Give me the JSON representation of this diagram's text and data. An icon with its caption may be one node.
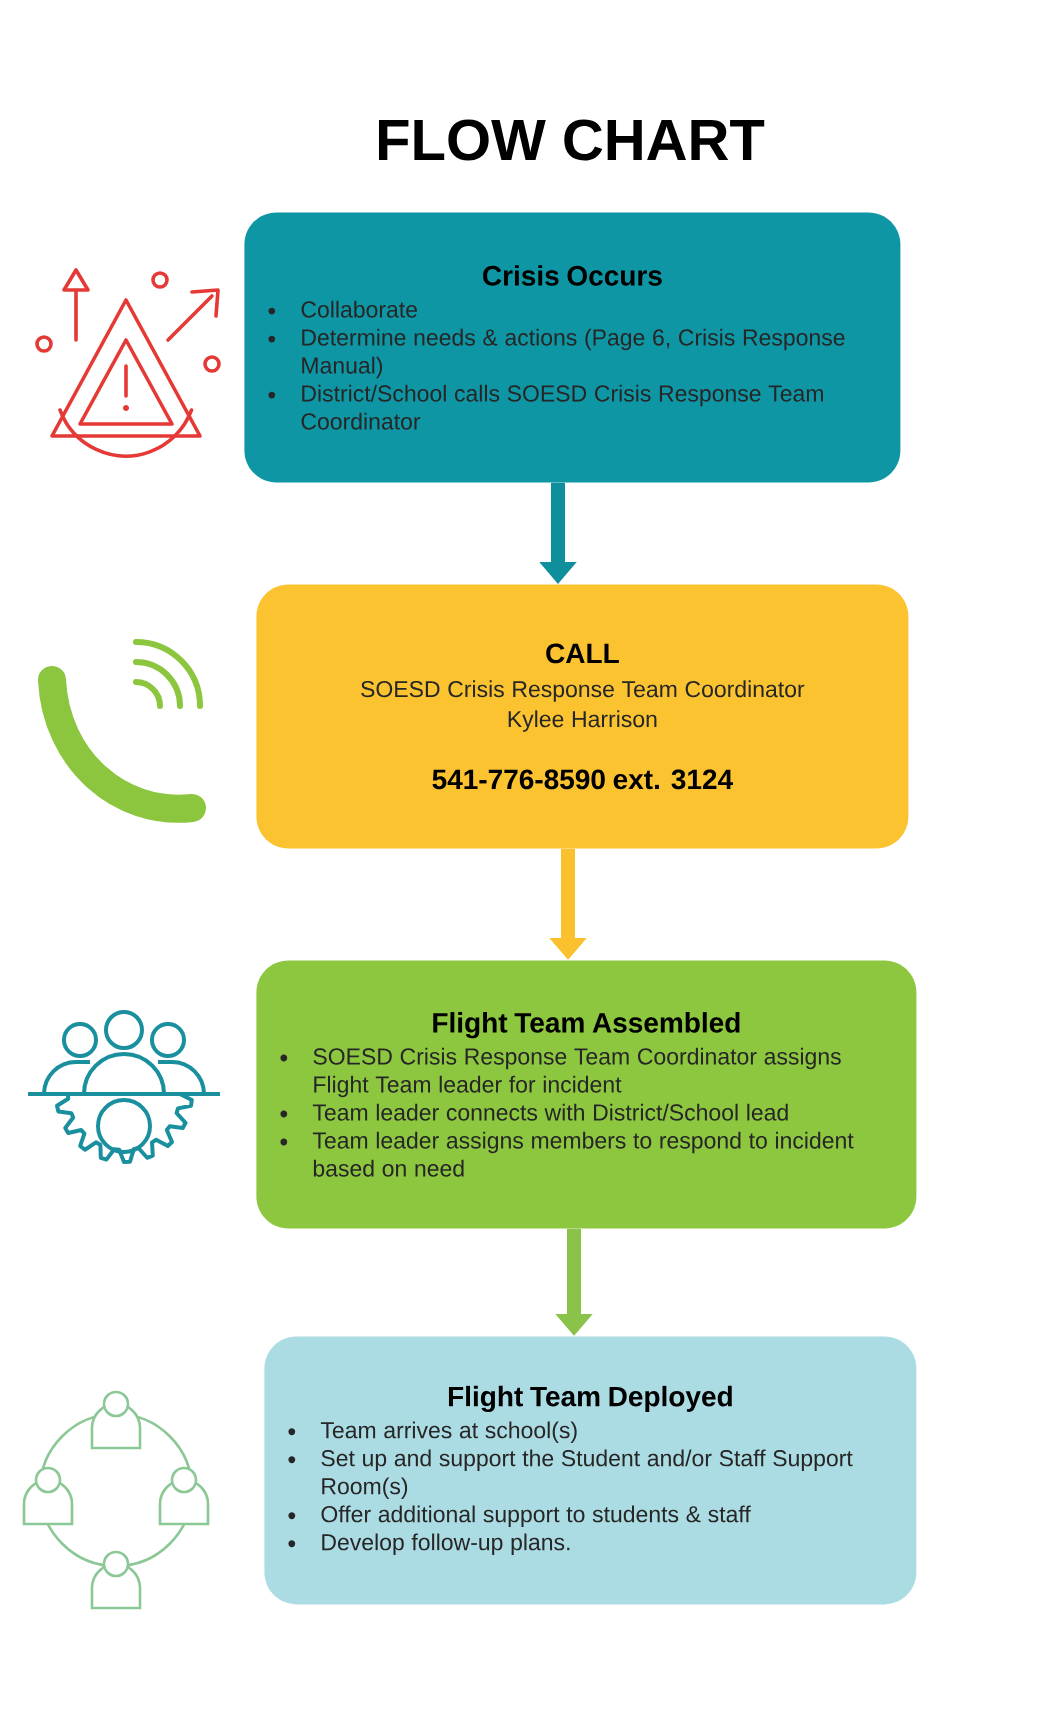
{
  "diagram": {
    "title": "FLOW CHART",
    "nodes": [
      {
        "text": [
          "Crisis Occurs",
          "Collaborate",
          "Determine needs & actions (Page 6, Crisis Response Manual)",
          "District/School calls SOESD Crisis Response Team Coordinator"
        ]
      },
      {
        "text": [
          "CALL",
          "SOESD Crisis Response Team Coordinator",
          "Kylee Harrison",
          "541-776-8590 ext. 3124"
        ]
      },
      {
        "text": [
          "Flight Team Assembled",
          "SOESD Crisis Response Team Coordinator assigns Flight Team leader for incident",
          "Team leader connects with District/School lead",
          "Team leader assigns members to respond to incident based on need"
        ]
      },
      {
        "text": [
          "Flight Team Deployed",
          "Team arrives at school(s)",
          "Set up and support the Student and/or Staff Support Room(s)",
          "Offer additional support to students & staff",
          "Develop follow-up plans."
        ]
      }
    ],
    "edges": [
      {
        "from": 0,
        "to": 1,
        "arrow": "to",
        "color": "#0f8f9c"
      },
      {
        "from": 1,
        "to": 2,
        "arrow": "to",
        "color": "#fbc02d"
      },
      {
        "from": 2,
        "to": 3,
        "arrow": "to",
        "color": "#8bc34a"
      }
    ]
  }
}
